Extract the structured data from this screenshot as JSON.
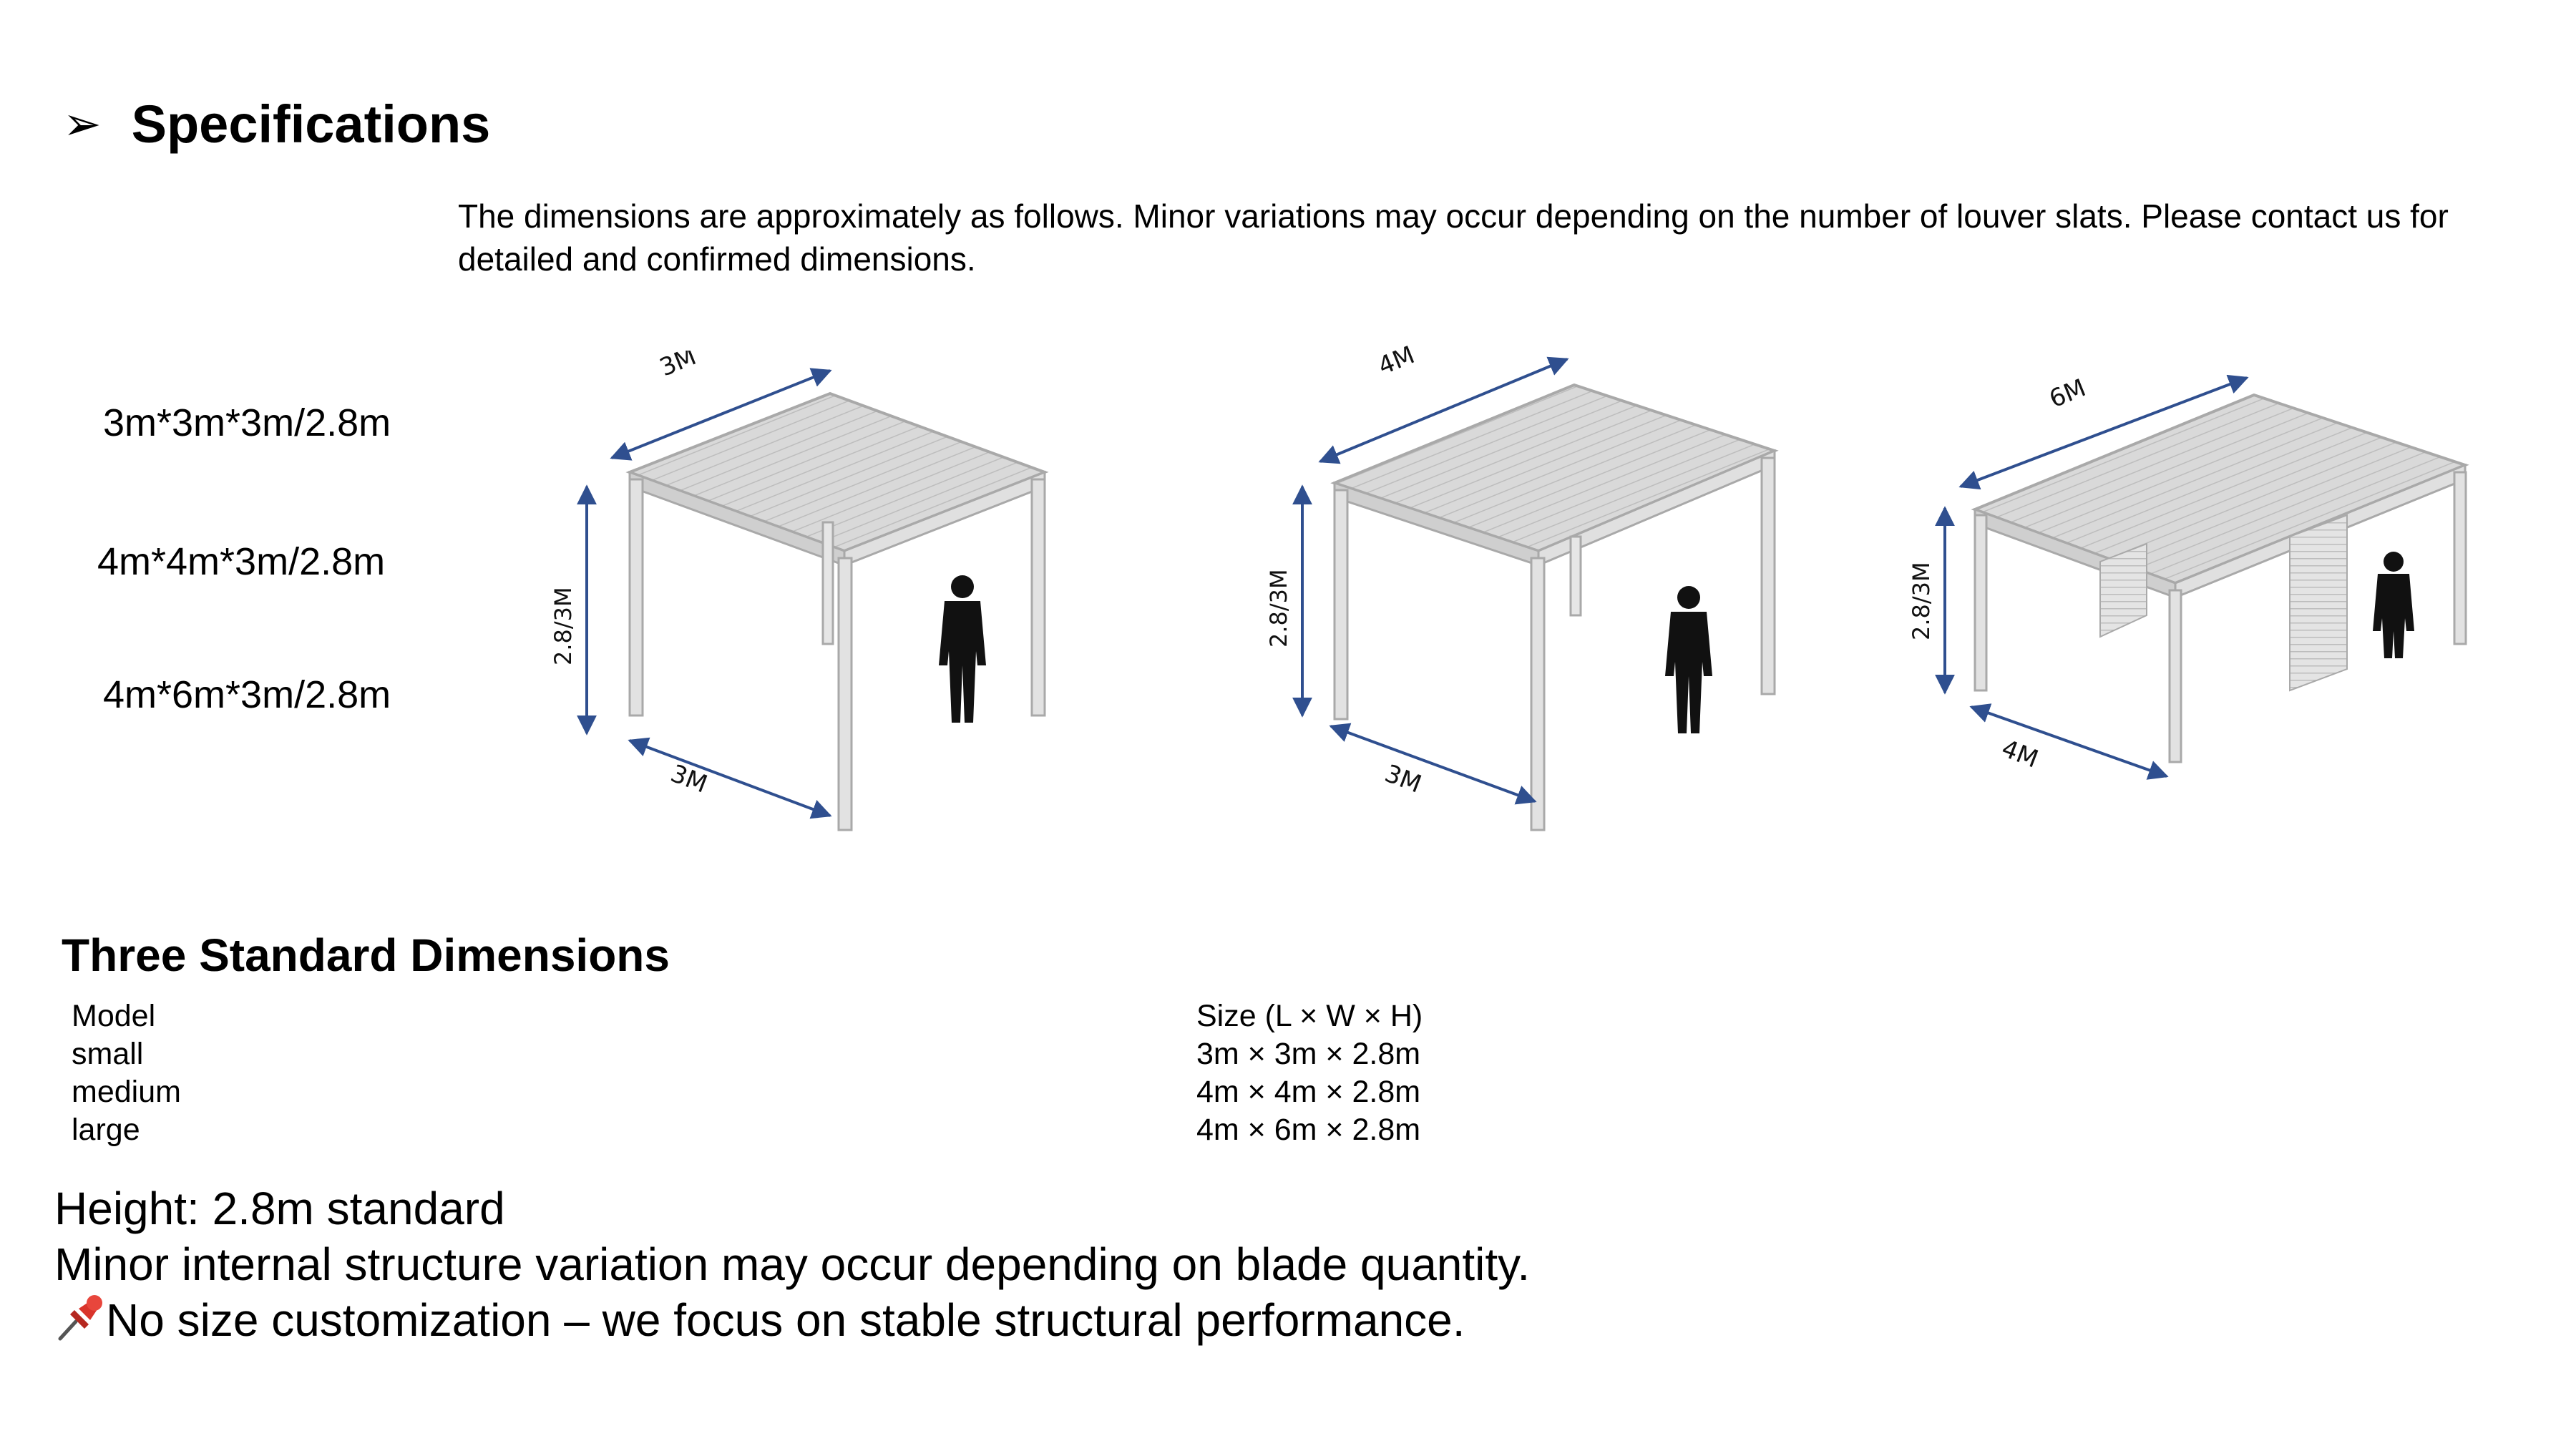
{
  "section": {
    "bullet": "➢",
    "title": "Specifications"
  },
  "intro": "The dimensions are approximately as follows. Minor variations may occur depending on the number of louver slats. Please contact us for detailed and confirmed dimensions.",
  "spec_list": [
    "3m*3m*3m/2.8m",
    "4m*4m*3m/2.8m",
    "4m*6m*3m/2.8m"
  ],
  "diagrams": [
    {
      "top_label": "3M",
      "side_label": "2.8/3M",
      "bottom_label": "3M"
    },
    {
      "top_label": "4M",
      "side_label": "2.8/3M",
      "bottom_label": "3M"
    },
    {
      "top_label": "6M",
      "side_label": "2.8/3M",
      "bottom_label": "4M"
    }
  ],
  "colors": {
    "dimension_arrow": "#2f4f8f",
    "structure": "#d6d6d6",
    "structure_edge": "#a9a9a9",
    "pin_red": "#d9342b"
  },
  "dimensions": {
    "title": "Three Standard Dimensions",
    "headers": [
      "Model",
      "Size (L × W × H)"
    ],
    "rows": [
      [
        "small",
        "3m × 3m × 2.8m"
      ],
      [
        "medium",
        "4m × 4m × 2.8m"
      ],
      [
        "large",
        "4m × 6m × 2.8m"
      ]
    ]
  },
  "notes": {
    "height": "Height: 2.8m standard",
    "variation": "Minor internal structure variation may occur depending on blade quantity.",
    "pin_icon": "pushpin-icon",
    "no_custom": "No size customization – we focus on stable structural performance."
  }
}
